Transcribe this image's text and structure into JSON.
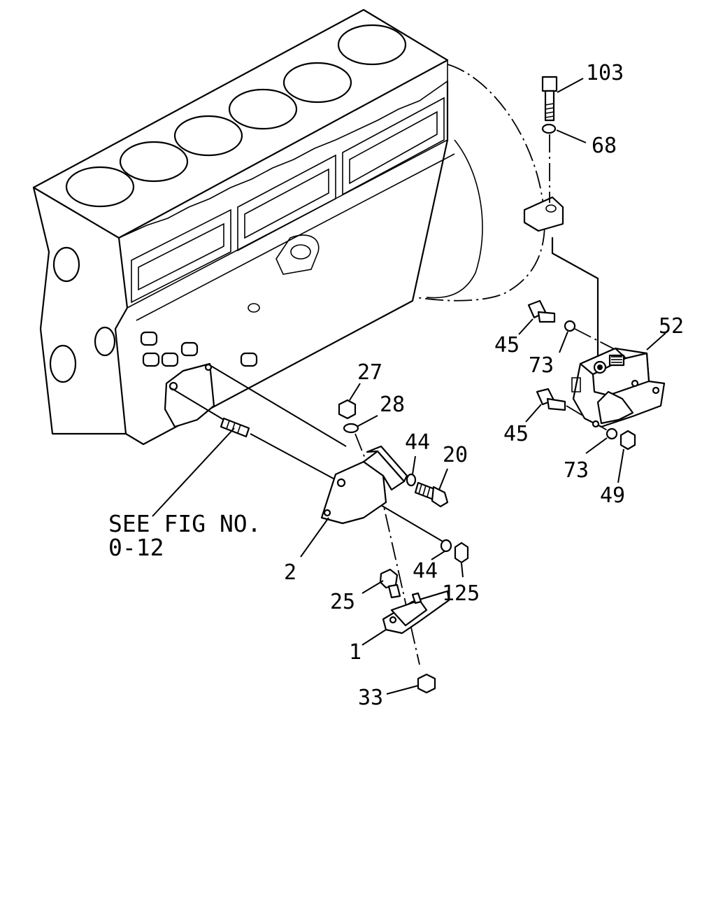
{
  "diagram": {
    "callouts": [
      {
        "id": "c103",
        "text": "103"
      },
      {
        "id": "c68",
        "text": "68"
      },
      {
        "id": "c52",
        "text": "52"
      },
      {
        "id": "c45a",
        "text": "45"
      },
      {
        "id": "c73a",
        "text": "73"
      },
      {
        "id": "c45b",
        "text": "45"
      },
      {
        "id": "c73b",
        "text": "73"
      },
      {
        "id": "c49",
        "text": "49"
      },
      {
        "id": "c27",
        "text": "27"
      },
      {
        "id": "c28",
        "text": "28"
      },
      {
        "id": "c44a",
        "text": "44"
      },
      {
        "id": "c20",
        "text": "20"
      },
      {
        "id": "c2",
        "text": "2"
      },
      {
        "id": "c44b",
        "text": "44"
      },
      {
        "id": "c125",
        "text": "125"
      },
      {
        "id": "c25",
        "text": "25"
      },
      {
        "id": "c1",
        "text": "1"
      },
      {
        "id": "c33",
        "text": "33"
      }
    ],
    "reference": {
      "line1": "SEE FIG NO.",
      "line2": "0-12"
    }
  }
}
